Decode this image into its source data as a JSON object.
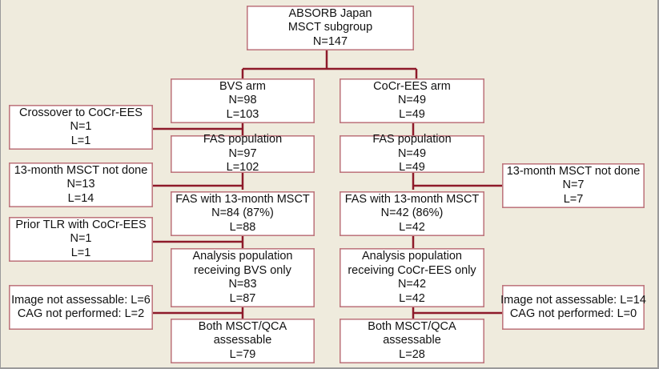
{
  "top": {
    "lines": [
      "ABSORB Japan",
      "MSCT subgroup",
      "N=147"
    ]
  },
  "bvs_arm": {
    "arm": {
      "lines": [
        "BVS arm",
        "N=98",
        "L=103"
      ]
    },
    "fas": {
      "lines": [
        "FAS population",
        "N=97",
        "L=102"
      ]
    },
    "fas_msct": {
      "lines": [
        "FAS with 13-month MSCT",
        "N=84 (87%)",
        "L=88"
      ]
    },
    "analysis": {
      "lines": [
        "Analysis population",
        "receiving BVS only",
        "N=83",
        "L=87"
      ]
    },
    "both": {
      "lines": [
        "Both MSCT/QCA",
        "assessable",
        "L=79"
      ]
    }
  },
  "bvs_exclusions": {
    "crossover": {
      "lines": [
        "Crossover to CoCr-EES",
        "N=1",
        "L=1"
      ]
    },
    "msct_not_done": {
      "lines": [
        "13-month MSCT not done",
        "N=13",
        "L=14"
      ]
    },
    "prior_tlr": {
      "lines": [
        "Prior TLR with CoCr-EES",
        "N=1",
        "L=1"
      ]
    },
    "not_assessable": {
      "lines": [
        "Image not assessable: L=6",
        "CAG not performed: L=2"
      ]
    }
  },
  "ees_arm": {
    "arm": {
      "lines": [
        "CoCr-EES arm",
        "N=49",
        "L=49"
      ]
    },
    "fas": {
      "lines": [
        "FAS population",
        "N=49",
        "L=49"
      ]
    },
    "fas_msct": {
      "lines": [
        "FAS with 13-month MSCT",
        "N=42 (86%)",
        "L=42"
      ]
    },
    "analysis": {
      "lines": [
        "Analysis population",
        "receiving CoCr-EES only",
        "N=42",
        "L=42"
      ]
    },
    "both": {
      "lines": [
        "Both MSCT/QCA",
        "assessable",
        "L=28"
      ]
    }
  },
  "ees_exclusions": {
    "msct_not_done": {
      "lines": [
        "13-month MSCT not done",
        "N=7",
        "L=7"
      ]
    },
    "not_assessable": {
      "lines": [
        "Image not assessable: L=14",
        "CAG not performed: L=0"
      ]
    }
  },
  "colors": {
    "background": "#efebdd",
    "connector": "#8e1a2a",
    "box_border": "#c0787f"
  }
}
